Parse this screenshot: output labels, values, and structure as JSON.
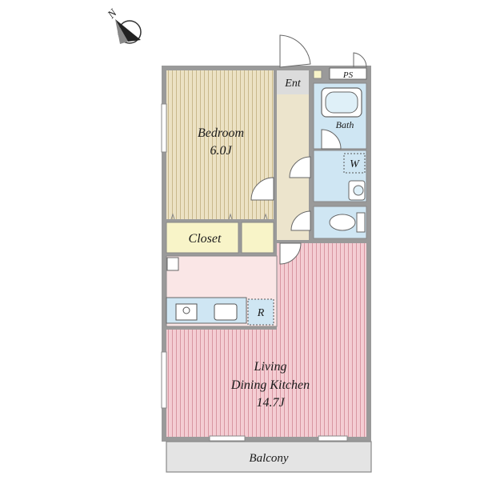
{
  "compass": {
    "north_label": "N"
  },
  "rooms": {
    "bedroom": {
      "name": "Bedroom",
      "size": "6.0J"
    },
    "ldk": {
      "line1": "Living",
      "line2": "Dining Kitchen",
      "size": "14.7J"
    },
    "closet": {
      "name": "Closet"
    },
    "entrance": {
      "name": "Ent"
    },
    "pipe_space": {
      "name": "PS"
    },
    "bath": {
      "name": "Bath"
    },
    "washer": {
      "name": "W"
    },
    "refrigerator": {
      "name": "R"
    },
    "balcony": {
      "name": "Balcony"
    }
  },
  "colors": {
    "bedroom_floor": "#ece2c4",
    "ldk_floor": "#f4cdd3",
    "closet": "#f8f4c8",
    "corridor": "#ece4cc",
    "wet_area": "#cfe6f3",
    "kitchen_counter": "#cfe6f3",
    "kitchen_floor": "#fae6e6",
    "balcony": "#e4e4e4",
    "wall": "#7a7a7a"
  }
}
